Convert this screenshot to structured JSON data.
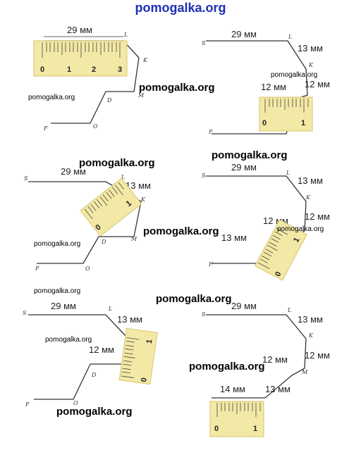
{
  "watermark": "pomogalka.org",
  "labels": {
    "m29": "29 мм",
    "m13": "13 мм",
    "m12": "12 мм",
    "m14": "14 мм"
  },
  "points": {
    "S": "S",
    "L": "L",
    "K": "K",
    "M": "M",
    "D": "D",
    "O": "O",
    "F": "F"
  },
  "ruler_numbers": {
    "n0": "0",
    "n1": "1",
    "n2": "2",
    "n3": "3"
  },
  "colors": {
    "ruler": "#f3e9a6",
    "ruler_edge": "#d9c46a",
    "ink": "#222222",
    "watermark_top": "#1c2fb5"
  }
}
